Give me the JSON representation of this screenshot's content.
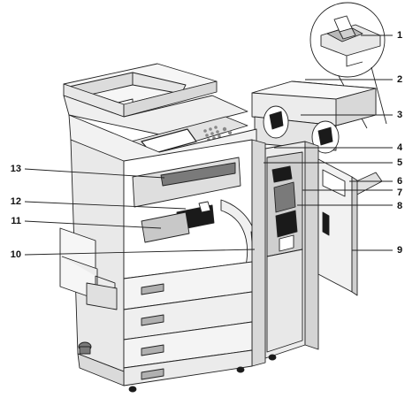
{
  "callouts": {
    "right": [
      "1",
      "2",
      "3",
      "4",
      "5",
      "6",
      "7",
      "8",
      "9"
    ],
    "left": [
      "13",
      "12",
      "11",
      "10"
    ]
  },
  "colors": {
    "line": "#222222",
    "body": "#f4f4f4",
    "shade": "#d6d6d6",
    "dark": "#7a7a7a",
    "black": "#1a1a1a"
  }
}
